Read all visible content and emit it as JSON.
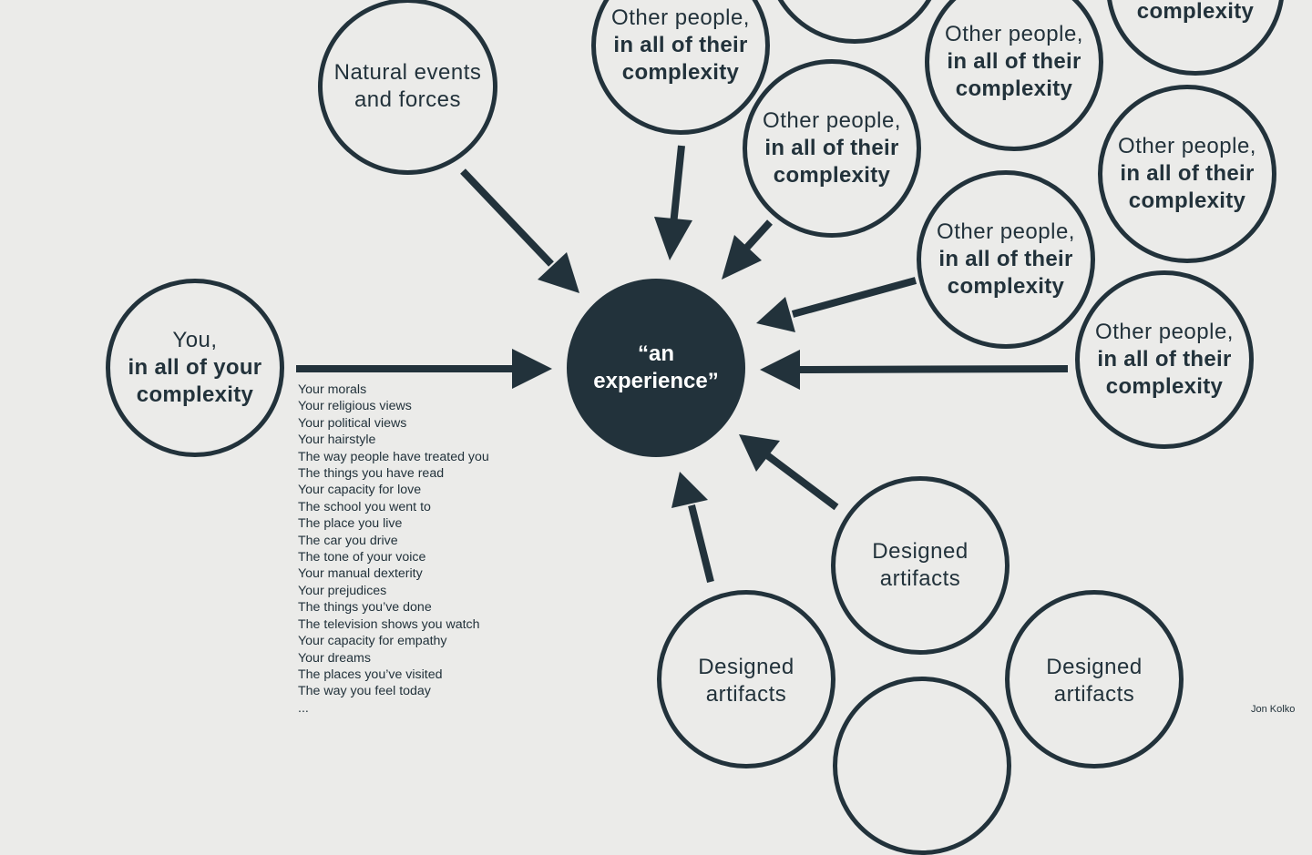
{
  "center": {
    "line1": "“an",
    "line2": "experience”"
  },
  "you_node": {
    "line1": "You,",
    "line2": "in all of your",
    "line3": "complexity"
  },
  "natural_node": {
    "line1": "Natural events",
    "line2": "and forces"
  },
  "other_people_node": {
    "line1": "Other people,",
    "line2": "in all of their",
    "line3": "complexity"
  },
  "artifacts_node": {
    "line1": "Designed",
    "line2": "artifacts"
  },
  "factors": [
    "Your morals",
    "Your religious views",
    "Your political views",
    "Your hairstyle",
    "The way people have treated you",
    "The things you have read",
    "Your capacity for love",
    "The school you went to",
    "The place you live",
    "The car you drive",
    "The tone of your voice",
    "Your manual dexterity",
    "Your prejudices",
    "The things you’ve done",
    "The television shows you watch",
    "Your capacity for empathy",
    "Your dreams",
    "The places you’ve visited",
    "The way you feel today",
    "..."
  ],
  "credit": "Jon Kolko",
  "colors": {
    "ink": "#22323b",
    "background": "#ebebe9",
    "center_text": "#ffffff"
  }
}
